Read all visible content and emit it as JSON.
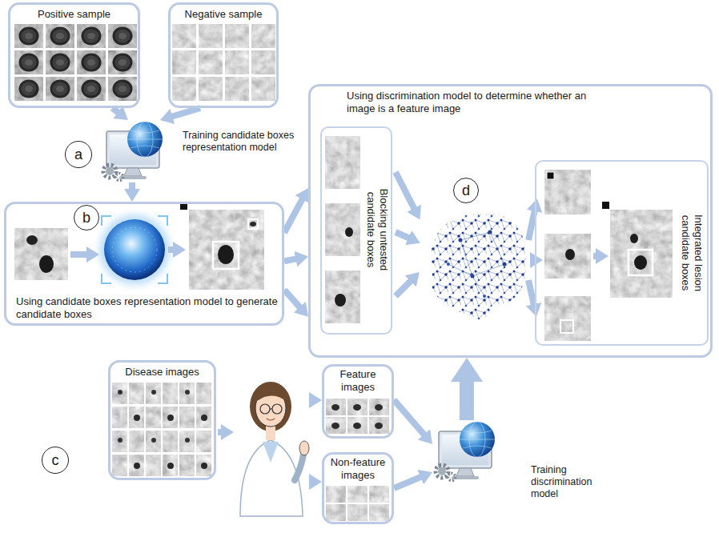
{
  "diagram": {
    "nodes": [
      {
        "text": [
          "Positive sample"
        ]
      },
      {
        "text": [
          "Negative sample"
        ]
      },
      {
        "text": [
          "a"
        ]
      },
      {
        "text": [
          "Training candidate boxes representation model"
        ]
      },
      {
        "text": [
          "Using candidate boxes representation model to generate candidate boxes"
        ]
      },
      {
        "text": [
          "b"
        ],
        "in": 4
      },
      {
        "text": [
          "Using discrimination model to determine whether an image is a feature image"
        ]
      },
      {
        "text": [
          "Blocking untested candidate boxes"
        ],
        "in": 6
      },
      {
        "text": [
          "d"
        ],
        "in": 6
      },
      {
        "text": [
          "Integrated lesion candidate boxes"
        ],
        "in": 6
      },
      {
        "text": [
          "c"
        ]
      },
      {
        "text": [
          "Disease images"
        ]
      },
      {
        "text": [
          "Feature images"
        ]
      },
      {
        "text": [
          "Non-feature images"
        ]
      },
      {
        "text": [
          "Training discrimination model"
        ]
      }
    ],
    "edges": [
      {
        "from": 0,
        "to": 3,
        "arrow": "to"
      },
      {
        "from": 1,
        "to": 3,
        "arrow": "to"
      },
      {
        "from": 3,
        "to": 4,
        "arrow": "to"
      },
      {
        "from": 4,
        "to": 6,
        "arrow": "to"
      },
      {
        "from": 4,
        "to": 6,
        "arrow": "to"
      },
      {
        "from": 4,
        "to": 6,
        "arrow": "to"
      },
      {
        "from": 12,
        "to": 14,
        "arrow": "to"
      },
      {
        "from": 13,
        "to": 14,
        "arrow": "to"
      },
      {
        "from": 14,
        "to": 6,
        "arrow": "to"
      }
    ]
  }
}
